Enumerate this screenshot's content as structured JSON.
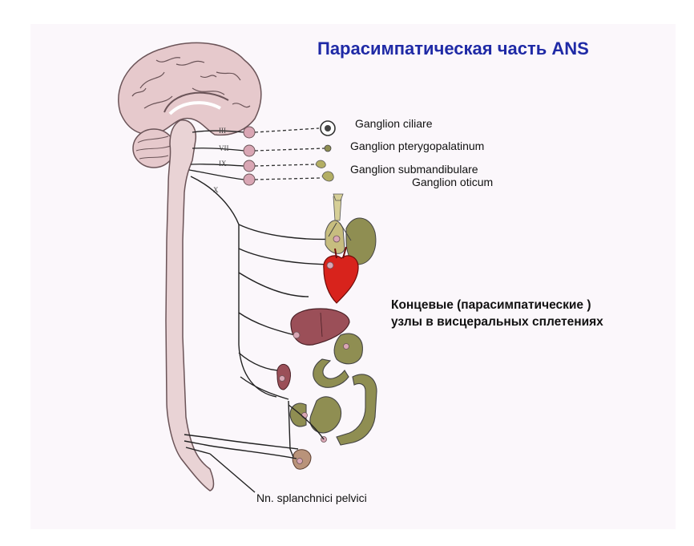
{
  "title": "Парасимпатическая часть ANS",
  "ganglia": {
    "ciliare": "Ganglion ciliare",
    "pterygopalatinum": "Ganglion pterygopalatinum",
    "submandibulare": "Ganglion submandibulare",
    "oticum": "Ganglion oticum"
  },
  "terminal_nodes": {
    "line1": "Концевые (парасимпатические )",
    "line2": "узлы в висцеральных сплетениях"
  },
  "pelvic_label": "Nn. splanchnici pelvici",
  "cranial_nerves": [
    "III",
    "VII",
    "IX",
    "X"
  ],
  "colors": {
    "brain": "#e6c9cc",
    "spinal_cord": "#e9d3d5",
    "heart": "#d8231c",
    "liver": "#9b4f58",
    "gut": "#8f8e52",
    "title": "#1f2aa6"
  }
}
